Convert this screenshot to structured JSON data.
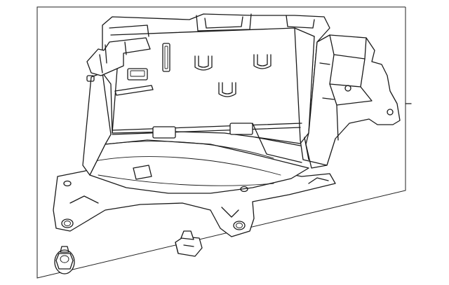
{
  "diagram": {
    "parts": [
      {
        "id": "battery-tray",
        "icon": "battery-tray-outline"
      },
      {
        "id": "hex-bolt",
        "icon": "hex-bolt-with-washer"
      },
      {
        "id": "clip-nut",
        "icon": "u-nut-clip"
      }
    ],
    "callout": {
      "icon": "callout-leader-line"
    },
    "line_color": "#1a1a1a",
    "background_color": "#ffffff"
  }
}
